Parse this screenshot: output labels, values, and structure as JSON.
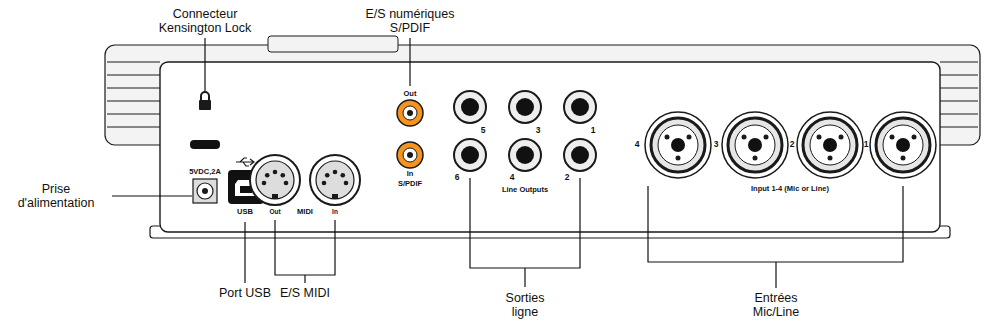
{
  "diagram": {
    "labels": [
      "Connecteur Kensington Lock",
      "E/S numériques S/PDIF",
      "Out",
      "In",
      "S/PDIF",
      "5VDC,2A",
      "Prise d'alimentation",
      "USB",
      "Out",
      "MIDI",
      "In",
      "5",
      "3",
      "1",
      "6",
      "4",
      "2",
      "Line Outputs",
      "4",
      "3",
      "2",
      "1",
      "Input 1-4 (Mic or Line)",
      "Port USB",
      "E/S MIDI",
      "Sorties ligne",
      "Entrées Mic/Line"
    ]
  }
}
